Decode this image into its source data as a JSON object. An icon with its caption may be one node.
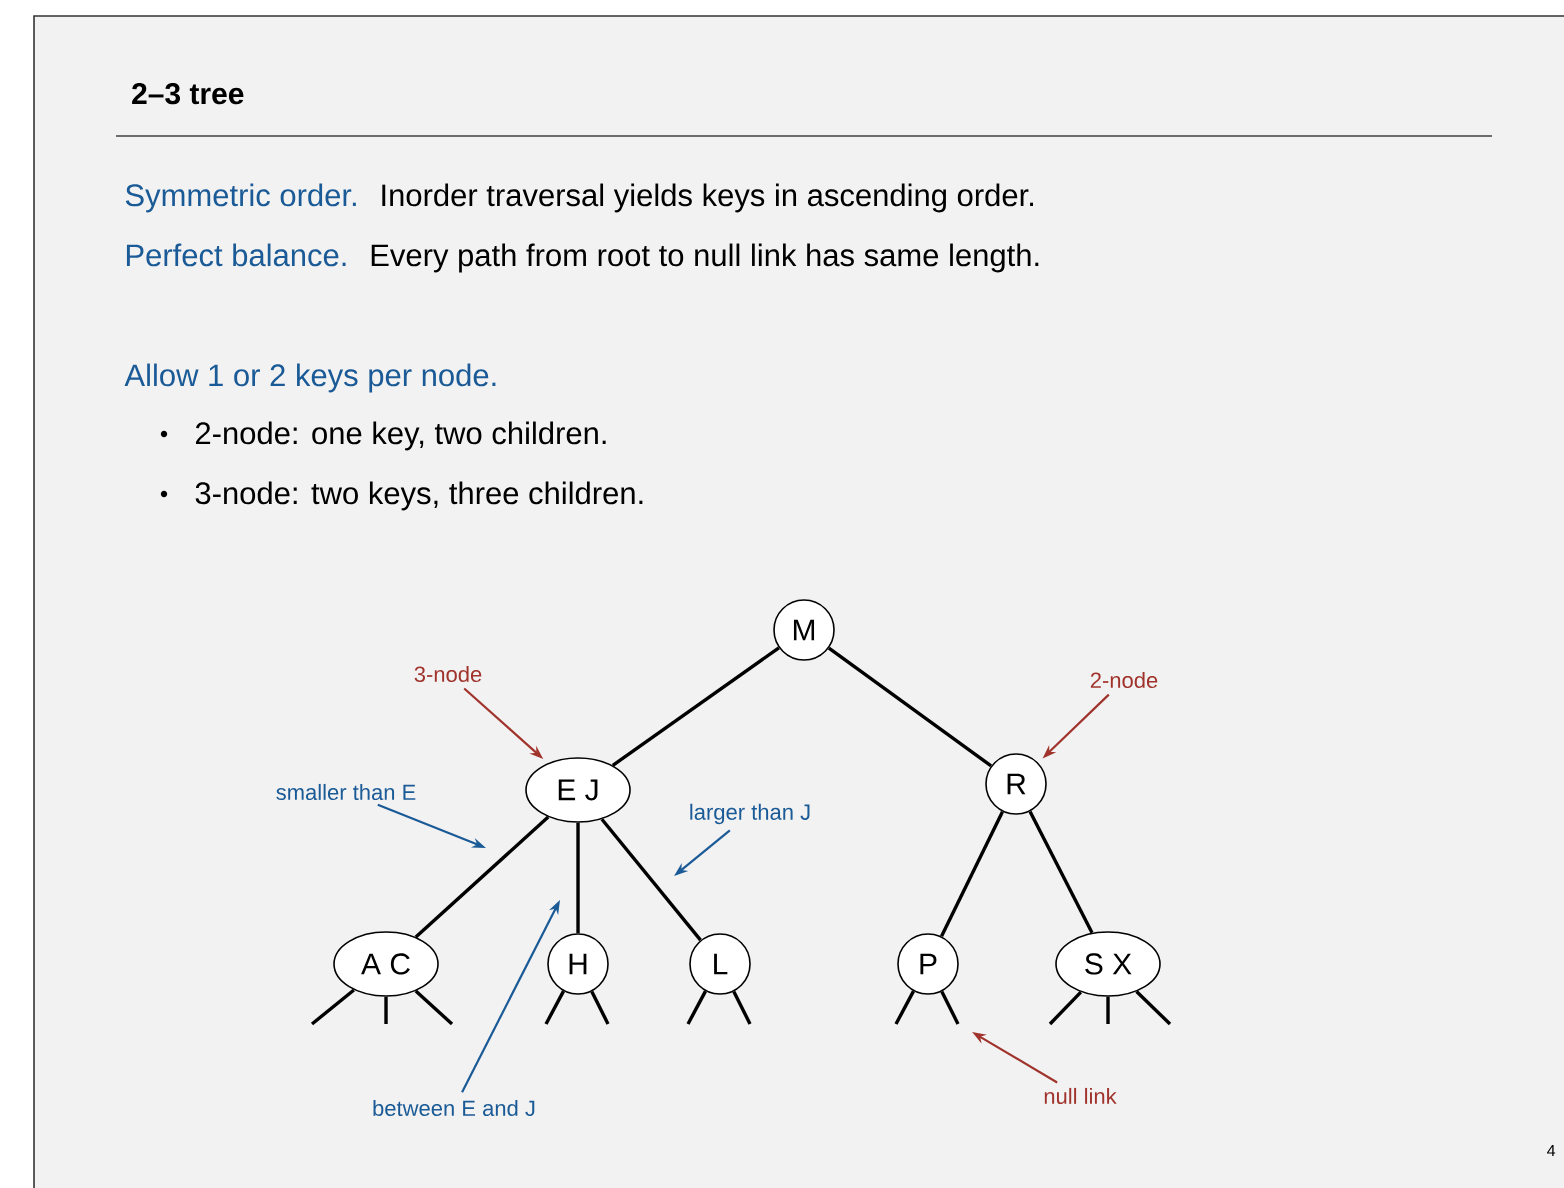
{
  "diagram": {
    "title": "2–3 tree",
    "nodes": [
      {
        "text": [
          "M"
        ]
      },
      {
        "text": [
          "E J"
        ]
      },
      {
        "text": [
          "R"
        ]
      },
      {
        "text": [
          "A C"
        ]
      },
      {
        "text": [
          "H"
        ]
      },
      {
        "text": [
          "L"
        ]
      },
      {
        "text": [
          "P"
        ]
      },
      {
        "text": [
          "S X"
        ]
      },
      {
        "text": [
          "3-node"
        ]
      },
      {
        "text": [
          "2-node"
        ]
      },
      {
        "text": [
          "smaller than E"
        ]
      },
      {
        "text": [
          "larger than J"
        ]
      },
      {
        "text": [
          "between E and J"
        ]
      },
      {
        "text": [
          "null link"
        ]
      }
    ],
    "edges": [
      {
        "from": 0,
        "to": 1,
        "arrow": "none"
      },
      {
        "from": 0,
        "to": 2,
        "arrow": "none"
      },
      {
        "from": 1,
        "to": 3,
        "arrow": "none"
      },
      {
        "from": 1,
        "to": 4,
        "arrow": "none"
      },
      {
        "from": 1,
        "to": 5,
        "arrow": "none"
      },
      {
        "from": 2,
        "to": 6,
        "arrow": "none"
      },
      {
        "from": 2,
        "to": 7,
        "arrow": "none"
      },
      {
        "from": 3,
        "to": null,
        "arrow": "none"
      },
      {
        "from": 3,
        "to": null,
        "arrow": "none"
      },
      {
        "from": 3,
        "to": null,
        "arrow": "none"
      },
      {
        "from": 4,
        "to": null,
        "arrow": "none"
      },
      {
        "from": 4,
        "to": null,
        "arrow": "none"
      },
      {
        "from": 5,
        "to": null,
        "arrow": "none"
      },
      {
        "from": 5,
        "to": null,
        "arrow": "none"
      },
      {
        "from": 6,
        "to": null,
        "arrow": "none"
      },
      {
        "from": 6,
        "to": null,
        "arrow": "none"
      },
      {
        "from": 7,
        "to": null,
        "arrow": "none"
      },
      {
        "from": 7,
        "to": null,
        "arrow": "none"
      },
      {
        "from": 7,
        "to": null,
        "arrow": "none"
      },
      {
        "from": 8,
        "to": 1,
        "arrow": "to",
        "color": "#a0332c"
      },
      {
        "from": 9,
        "to": 2,
        "arrow": "to",
        "color": "#a0332c"
      },
      {
        "from": 10,
        "to": null,
        "arrow": "to",
        "color": "#1a5a96"
      },
      {
        "from": 11,
        "to": null,
        "arrow": "to",
        "color": "#1a5a96"
      },
      {
        "from": 12,
        "to": null,
        "arrow": "to",
        "color": "#1a5a96"
      },
      {
        "from": 13,
        "to": null,
        "arrow": "to",
        "color": "#a0332c"
      }
    ],
    "labels": [
      "Symmetric order.",
      "Inorder traversal yields keys in ascending order.",
      "Perfect balance.",
      "Every path from root to null link has same length.",
      "Allow 1 or 2 keys per node.",
      "2-node:  one key, two children.",
      "3-node:  two keys, three children.",
      "4"
    ]
  }
}
